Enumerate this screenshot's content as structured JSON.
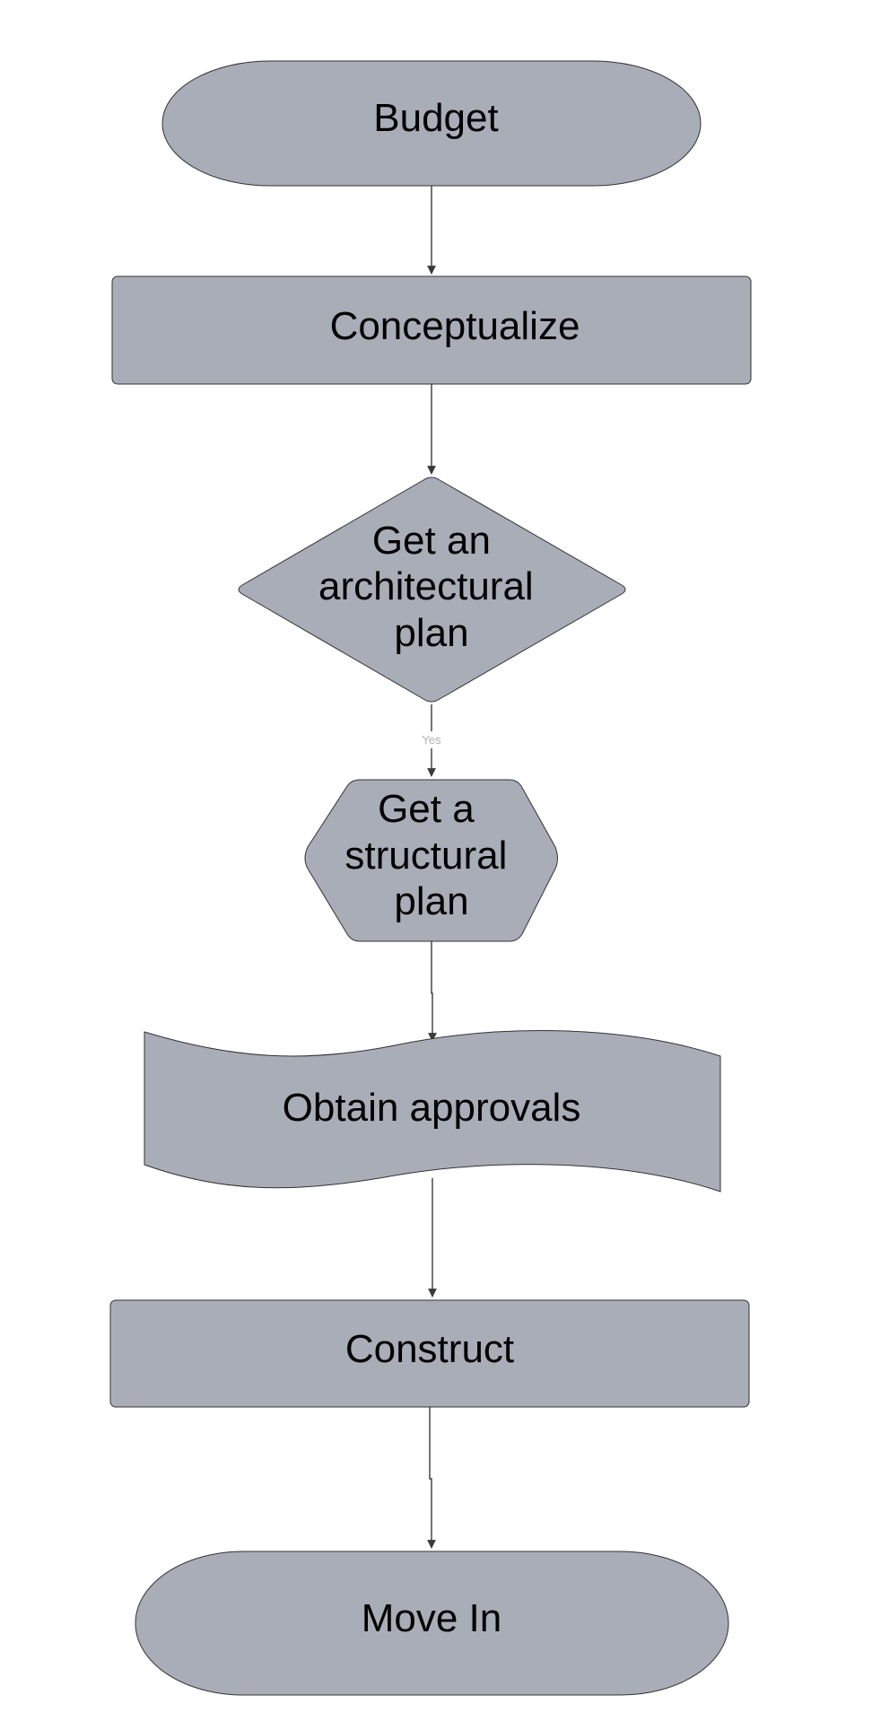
{
  "diagram": {
    "colors": {
      "node_fill": "#a8adb7",
      "node_stroke": "#333333",
      "edge": "#3a3a3a",
      "text": "#000000",
      "edge_label": "#b0b0b0",
      "background": "#ffffff"
    },
    "nodes": {
      "budget": "Budget",
      "conceptualize": "Conceptualize",
      "architectural_plan": [
        "Get an",
        "architectural",
        "plan"
      ],
      "structural_plan": [
        "Get a",
        "structural",
        "plan"
      ],
      "obtain_approvals": "Obtain approvals",
      "construct": "Construct",
      "move_in": "Move In"
    },
    "edges": {
      "decision_yes": "Yes"
    }
  }
}
